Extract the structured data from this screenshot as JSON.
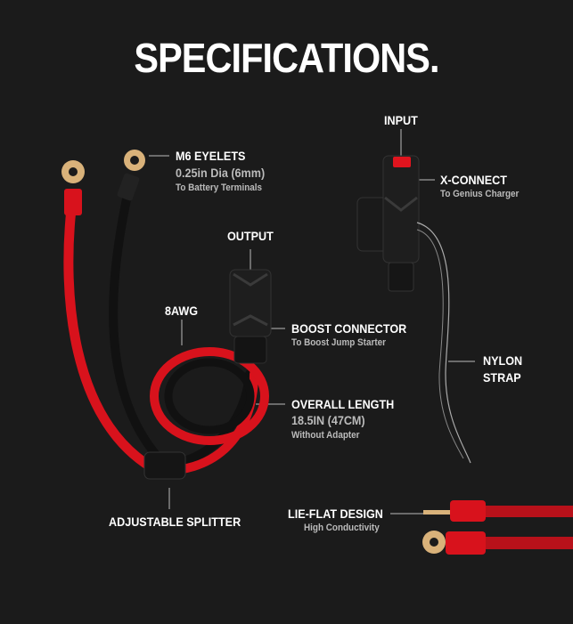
{
  "title": "SPECIFICATIONS.",
  "labels": {
    "input": "INPUT",
    "m6_eyelets": {
      "title": "M6 EYELETS",
      "value": "0.25in Dia (6mm)",
      "note": "To Battery Terminals"
    },
    "x_connect": {
      "title": "X-CONNECT",
      "note": "To Genius Charger"
    },
    "output": "OUTPUT",
    "awg": "8AWG",
    "boost_connector": {
      "title": "BOOST CONNECTOR",
      "note": "To Boost Jump Starter"
    },
    "nylon_strap": {
      "line1": "NYLON",
      "line2": "STRAP"
    },
    "overall_length": {
      "title": "OVERALL LENGTH",
      "value": "18.5IN (47CM)",
      "note": "Without Adapter"
    },
    "splitter": "ADJUSTABLE SPLITTER",
    "lie_flat": {
      "title": "LIE-FLAT DESIGN",
      "note": "High Conductivity"
    }
  },
  "colors": {
    "background": "#1b1b1b",
    "red_cable": "#e0141e",
    "black_cable": "#111111",
    "brass": "#d9b27a"
  }
}
